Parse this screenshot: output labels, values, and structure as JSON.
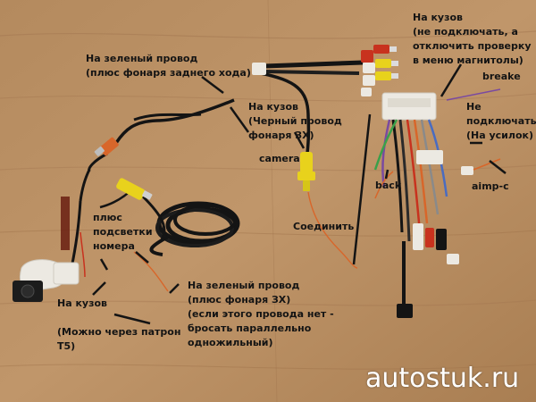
{
  "watermark": "autostuk.ru",
  "labels": {
    "reverse_wire": "На зеленый провод\n(плюс фонаря заднего хода)",
    "ground_black": "На кузов\n(Черный провод\nфонаря ЗХ)",
    "camera": "camera",
    "brake_ground": "На кузов\n(не подключать, а\nотключить проверку\nв меню магнитолы)",
    "brake": "breake",
    "amp_note": "Не\nподключать\n(На усилок)",
    "back": "back",
    "amp": "aimp-c",
    "connect": "Соединить",
    "plate_light": "плюс\nподсветки\nномера",
    "ground_socket": "На кузов\n\n(Можно через патрон\nТ5)",
    "green_wire_alt": "На зеленый провод\n(плюс фонаря ЗХ)\n(если этого провода нет -\nбросать параллельно\nодножильный)"
  },
  "colors": {
    "wood": "#b98f63",
    "cable_black": "#141414",
    "rca_yellow": "#e8d21c",
    "rca_red": "#c8321e",
    "wire_orange": "#d8662a",
    "connector_white": "#ece9e2",
    "text": "#141414",
    "watermark": "#ffffff"
  }
}
